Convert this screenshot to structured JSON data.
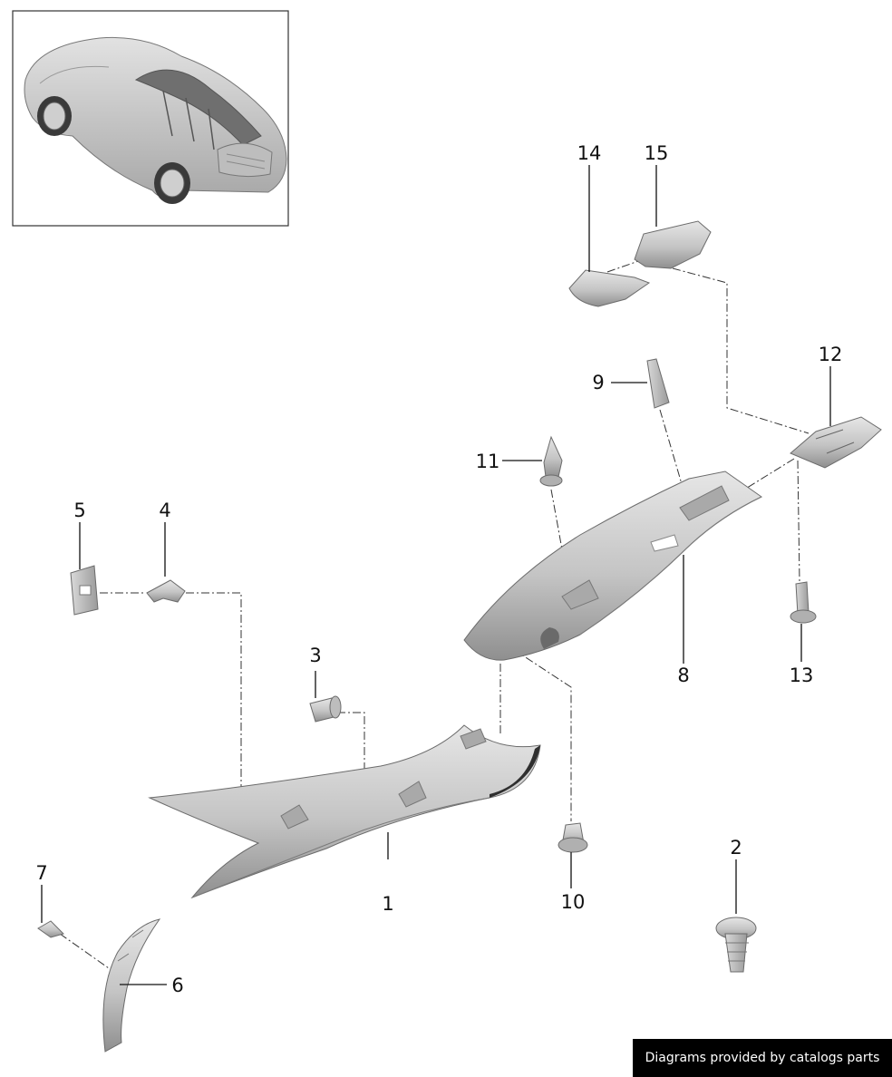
{
  "callouts": {
    "c1": "1",
    "c2": "2",
    "c3": "3",
    "c4": "4",
    "c5": "5",
    "c6": "6",
    "c7": "7",
    "c8": "8",
    "c9": "9",
    "c10": "10",
    "c11": "11",
    "c12": "12",
    "c13": "13",
    "c14": "14",
    "c15": "15"
  },
  "footer": {
    "credit": "Diagrams provided by catalogs parts"
  },
  "colors": {
    "part_light": "#dedede",
    "part_mid": "#bdbdbd",
    "part_dark": "#8e8e8e",
    "outline": "#6b6b6b"
  }
}
